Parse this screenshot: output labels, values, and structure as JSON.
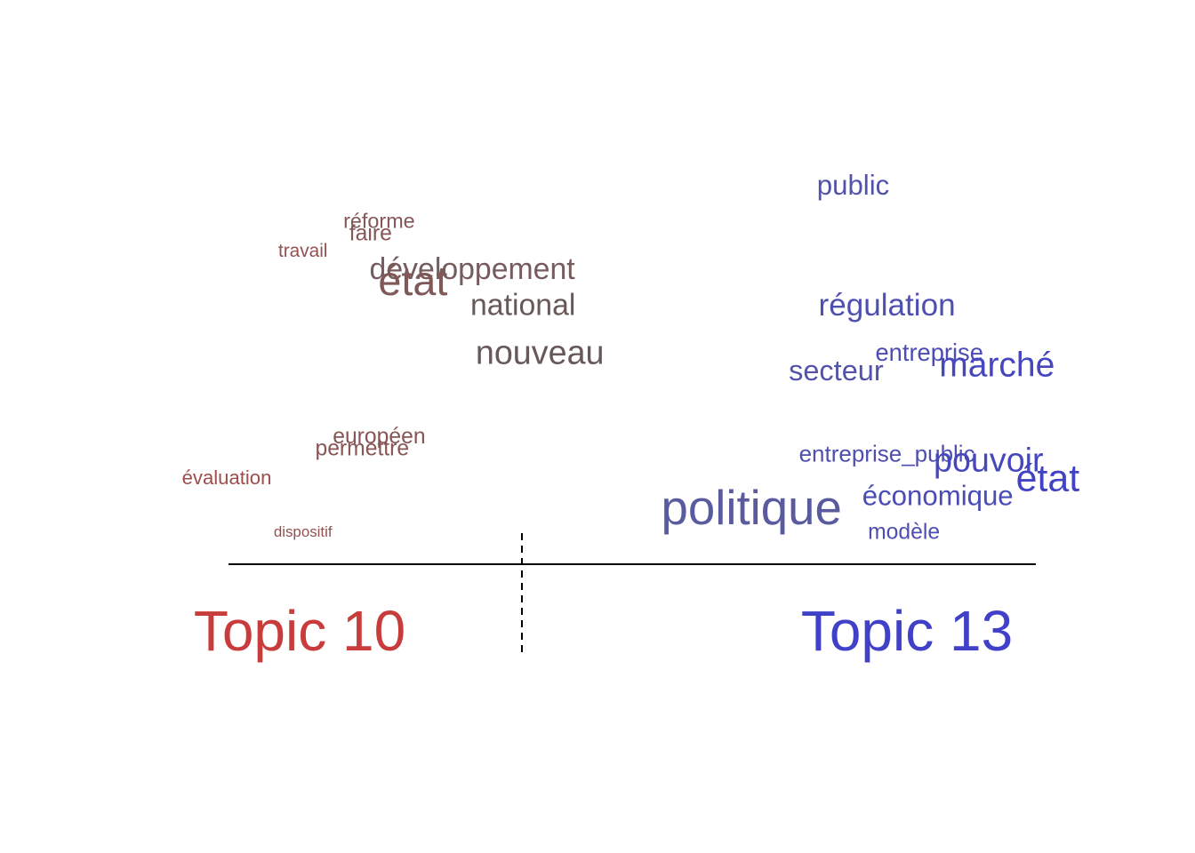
{
  "chart_data": {
    "type": "word-contrast",
    "topics": [
      {
        "label": "Topic 10",
        "color": "#c83c3c"
      },
      {
        "label": "Topic 13",
        "color": "#4040c8"
      }
    ],
    "words": [
      {
        "text": "public",
        "x": 0.74,
        "y": 0.91,
        "size": 1.2
      },
      {
        "text": "réforme",
        "x": 0.18,
        "y": 0.85,
        "size": 0.9
      },
      {
        "text": "faire",
        "x": 0.17,
        "y": 0.83,
        "size": 0.95
      },
      {
        "text": "travail",
        "x": 0.09,
        "y": 0.8,
        "size": 0.8
      },
      {
        "text": "développement",
        "x": 0.29,
        "y": 0.77,
        "size": 1.3
      },
      {
        "text": "état",
        "x": 0.22,
        "y": 0.75,
        "size": 1.8
      },
      {
        "text": "national",
        "x": 0.35,
        "y": 0.71,
        "size": 1.3
      },
      {
        "text": "régulation",
        "x": 0.78,
        "y": 0.71,
        "size": 1.35
      },
      {
        "text": "nouveau",
        "x": 0.37,
        "y": 0.63,
        "size": 1.45
      },
      {
        "text": "entreprise",
        "x": 0.83,
        "y": 0.63,
        "size": 1.05
      },
      {
        "text": "marché",
        "x": 0.91,
        "y": 0.61,
        "size": 1.5
      },
      {
        "text": "secteur",
        "x": 0.72,
        "y": 0.6,
        "size": 1.25
      },
      {
        "text": "européen",
        "x": 0.18,
        "y": 0.49,
        "size": 0.95
      },
      {
        "text": "permettre",
        "x": 0.16,
        "y": 0.47,
        "size": 0.95
      },
      {
        "text": "entreprise_public",
        "x": 0.78,
        "y": 0.46,
        "size": 1.0
      },
      {
        "text": "pouvoir",
        "x": 0.9,
        "y": 0.45,
        "size": 1.45
      },
      {
        "text": "état",
        "x": 0.97,
        "y": 0.42,
        "size": 1.65
      },
      {
        "text": "évaluation",
        "x": 0.0,
        "y": 0.42,
        "size": 0.85
      },
      {
        "text": "économique",
        "x": 0.84,
        "y": 0.39,
        "size": 1.2
      },
      {
        "text": "politique",
        "x": 0.62,
        "y": 0.37,
        "size": 2.1
      },
      {
        "text": "modèle",
        "x": 0.8,
        "y": 0.33,
        "size": 0.95
      },
      {
        "text": "dispositif",
        "x": 0.09,
        "y": 0.33,
        "size": 0.65
      }
    ]
  }
}
